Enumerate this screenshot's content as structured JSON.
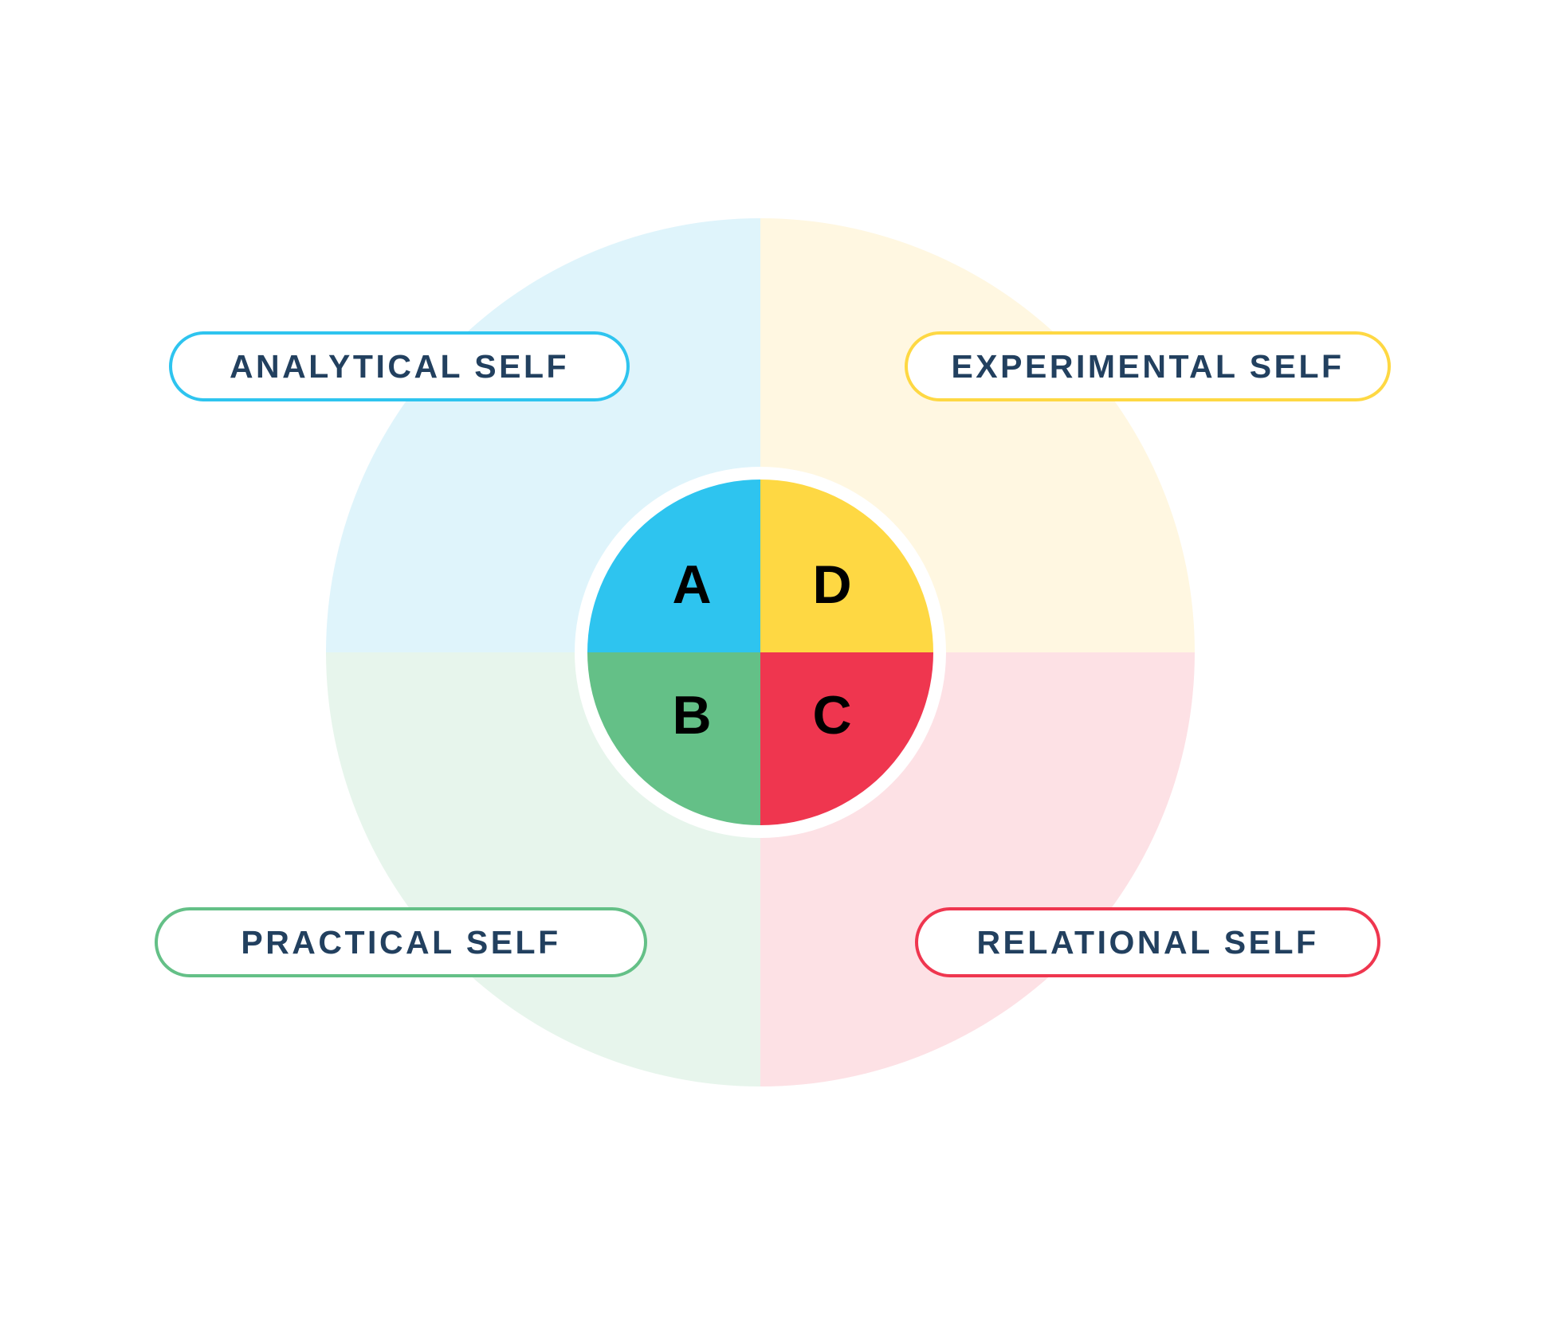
{
  "diagram": {
    "outer_quadrants": [
      {
        "position": "top-left",
        "color": "#dff4fb"
      },
      {
        "position": "top-right",
        "color": "#fff7e1"
      },
      {
        "position": "bottom-left",
        "color": "#e7f5ec"
      },
      {
        "position": "bottom-right",
        "color": "#fde1e5"
      }
    ],
    "inner_quadrants": [
      {
        "position": "top-left",
        "letter": "A",
        "color": "#2ec4ef"
      },
      {
        "position": "top-right",
        "letter": "D",
        "color": "#fed843"
      },
      {
        "position": "bottom-left",
        "letter": "B",
        "color": "#64c087"
      },
      {
        "position": "bottom-right",
        "letter": "C",
        "color": "#ef364f"
      }
    ],
    "labels": [
      {
        "text": "ANALYTICAL SELF",
        "quadrant": "A",
        "border_color": "#2ec4ef"
      },
      {
        "text": "EXPERIMENTAL SELF",
        "quadrant": "D",
        "border_color": "#fed843"
      },
      {
        "text": "PRACTICAL SELF",
        "quadrant": "B",
        "border_color": "#64c087"
      },
      {
        "text": "RELATIONAL SELF",
        "quadrant": "C",
        "border_color": "#ef364f"
      }
    ],
    "text_color": "#22405f"
  }
}
